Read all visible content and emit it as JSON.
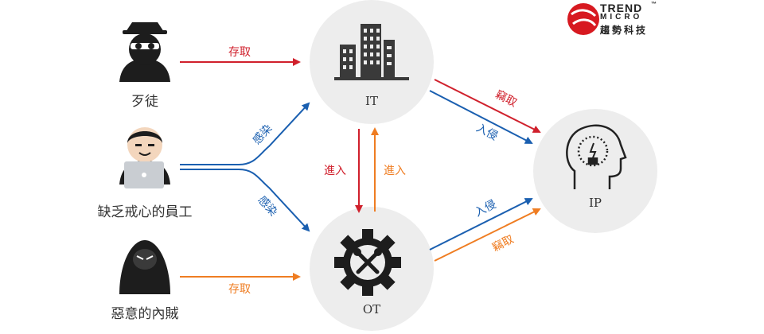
{
  "actors": {
    "thief": "歹徒",
    "employee": "缺乏戒心的員工",
    "insider": "惡意的內賊"
  },
  "nodes": {
    "it": "IT",
    "ot": "OT",
    "ip": "IP"
  },
  "edges": {
    "thief_it": "存取",
    "emp_it": "感染",
    "emp_ot": "感染",
    "insider_ot": "存取",
    "it_ot": "進入",
    "ot_it": "進入",
    "it_ip_steal": "竊取",
    "it_ip_intrude": "入侵",
    "ot_ip_intrude": "入侵",
    "ot_ip_steal": "竊取"
  },
  "logo": {
    "line1": "TREND",
    "line2": "MICRO",
    "line3": "趨勢科技",
    "tm": "™"
  },
  "colors": {
    "red": "#d0202c",
    "blue": "#1a5fb0",
    "orange": "#ef7d22",
    "node_bg": "#ededed",
    "dark": "#1d1d1d"
  }
}
